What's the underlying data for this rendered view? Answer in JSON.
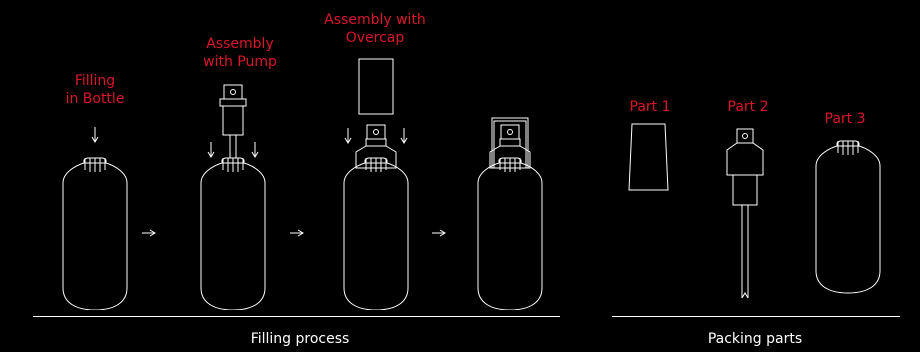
{
  "labels": {
    "filling_line1": "Filling",
    "filling_line2": "in Bottle",
    "pump_line1": "Assembly",
    "pump_line2": "with Pump",
    "overcap_line1": "Assembly  with",
    "overcap_line2": "Overcap",
    "part1": "Part 1",
    "part2": "Part 2",
    "part3": "Part 3"
  },
  "captions": {
    "filling_process": "Filling process",
    "packing_parts": "Packing parts"
  },
  "colors": {
    "background": "#000000",
    "label": "#d8172a",
    "line": "#ffffff"
  }
}
